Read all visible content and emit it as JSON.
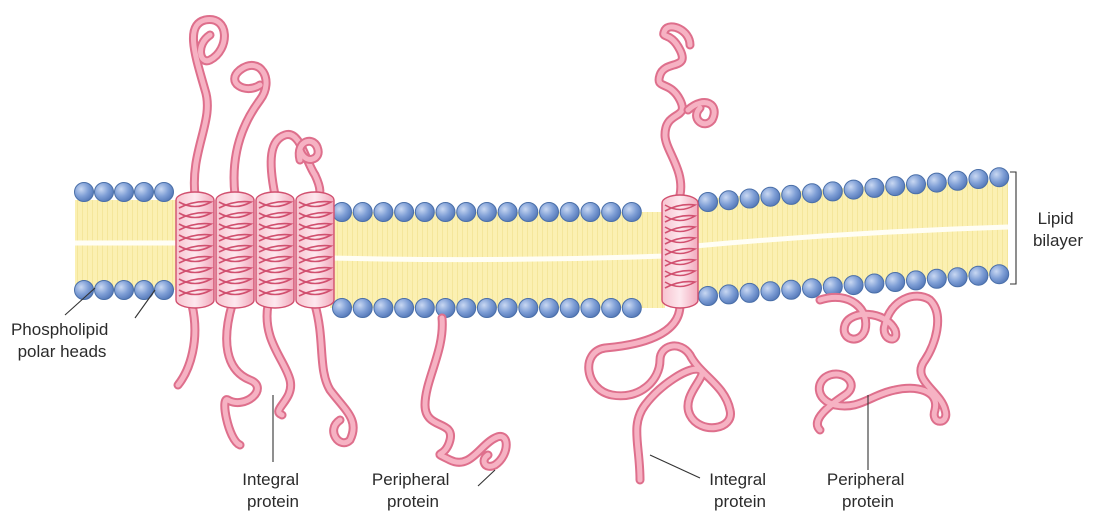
{
  "labels": {
    "lipid_bilayer": [
      "Lipid",
      "bilayer"
    ],
    "phospholipid_polar_heads": [
      "Phospholipid",
      "polar heads"
    ],
    "integral_protein_left": [
      "Integral",
      "protein"
    ],
    "peripheral_protein_left": [
      "Peripheral",
      "protein"
    ],
    "integral_protein_right": [
      "Integral",
      "protein"
    ],
    "peripheral_protein_right": [
      "Peripheral",
      "protein"
    ]
  },
  "colors": {
    "bilayer_core": "#fbf0b2",
    "bilayer_midline": "#fffef5",
    "polar_head": "#7f9fd6",
    "polar_head_outline": "#4a6fa8",
    "protein_outline": "#de6f8c",
    "protein_fill": "#f6b2c3",
    "helix_line": "#d1506f",
    "label_text": "#2b2b2b"
  },
  "components": [
    "lipid-bilayer",
    "phospholipid-heads",
    "integral-protein-helices",
    "peripheral-protein-chains"
  ]
}
